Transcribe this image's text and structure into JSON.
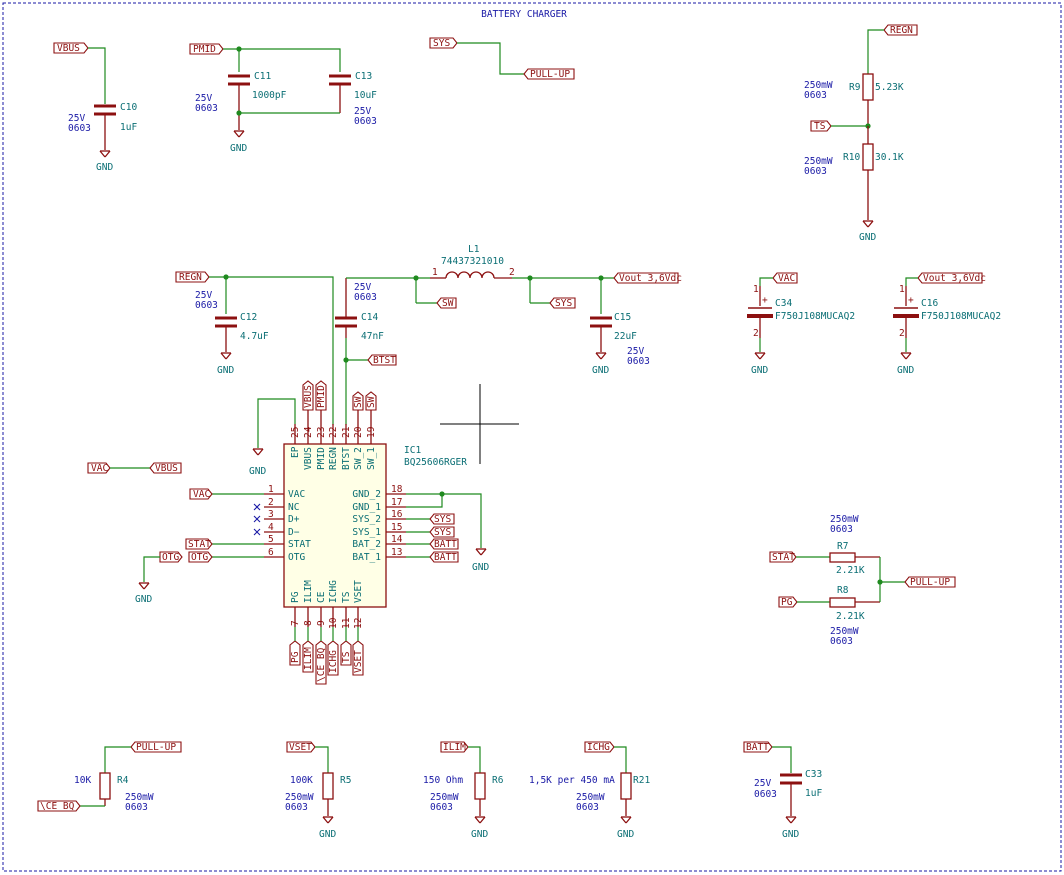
{
  "title": "BATTERY CHARGER",
  "labels": {
    "vbus": "VBUS",
    "pmid": "PMID",
    "sys": "SYS",
    "pullup": "PULL-UP",
    "regn": "REGN",
    "ts": "TS",
    "vout": "Vout_3,6Vdc",
    "sw": "SW",
    "btst": "BTST",
    "vac": "VAC",
    "stat": "STAT",
    "otg": "OTG",
    "batt": "BATT",
    "pg": "PG",
    "ilim": "ILIM",
    "ce_bq": "\\CE_BQ",
    "ichg": "ICHG",
    "vset": "VSET"
  },
  "gnd": "GND",
  "components": {
    "c10": {
      "ref": "C10",
      "value": "1uF",
      "volt": "25V",
      "pkg": "0603"
    },
    "c11": {
      "ref": "C11",
      "value": "1000pF",
      "volt": "25V",
      "pkg": "0603"
    },
    "c13": {
      "ref": "C13",
      "value": "10uF",
      "volt": "25V",
      "pkg": "0603"
    },
    "c12": {
      "ref": "C12",
      "value": "4.7uF",
      "volt": "25V",
      "pkg": "0603"
    },
    "c14": {
      "ref": "C14",
      "value": "47nF",
      "volt": "25V",
      "pkg": "0603"
    },
    "c15": {
      "ref": "C15",
      "value": "22uF",
      "volt": "25V",
      "pkg": "0603"
    },
    "c34": {
      "ref": "C34",
      "value": "F750J108MUCAQ2"
    },
    "c16": {
      "ref": "C16",
      "value": "F750J108MUCAQ2"
    },
    "c33": {
      "ref": "C33",
      "value": "1uF",
      "volt": "25V",
      "pkg": "0603"
    },
    "l1": {
      "ref": "L1",
      "value": "74437321010",
      "pin1": "1",
      "pin2": "2"
    },
    "r9": {
      "ref": "R9",
      "value": "5.23K",
      "power": "250mW",
      "pkg": "0603"
    },
    "r10": {
      "ref": "R10",
      "value": "30.1K",
      "power": "250mW",
      "pkg": "0603"
    },
    "r7": {
      "ref": "R7",
      "value": "2.21K",
      "power": "250mW",
      "pkg": "0603"
    },
    "r8": {
      "ref": "R8",
      "value": "2.21K",
      "power": "250mW",
      "pkg": "0603"
    },
    "r4": {
      "ref": "R4",
      "value": "10K",
      "power": "250mW",
      "pkg": "0603"
    },
    "r5": {
      "ref": "R5",
      "value": "100K",
      "power": "250mW",
      "pkg": "0603"
    },
    "r6": {
      "ref": "R6",
      "value": "150 Ohm",
      "power": "250mW",
      "pkg": "0603"
    },
    "r21": {
      "ref": "R21",
      "value": "1,5K per 450 mA",
      "power": "250mW",
      "pkg": "0603"
    }
  },
  "ic1": {
    "ref": "IC1",
    "part": "BQ25606RGER",
    "top_pins": [
      {
        "num": "25",
        "name": "EP"
      },
      {
        "num": "24",
        "name": "VBUS"
      },
      {
        "num": "23",
        "name": "PMID"
      },
      {
        "num": "22",
        "name": "REGN"
      },
      {
        "num": "21",
        "name": "BTST"
      },
      {
        "num": "20",
        "name": "SW_2"
      },
      {
        "num": "19",
        "name": "SW_1"
      }
    ],
    "left_pins": [
      {
        "num": "1",
        "name": "VAC"
      },
      {
        "num": "2",
        "name": "NC"
      },
      {
        "num": "3",
        "name": "D+"
      },
      {
        "num": "4",
        "name": "D−"
      },
      {
        "num": "5",
        "name": "STAT"
      },
      {
        "num": "6",
        "name": "OTG"
      }
    ],
    "right_pins": [
      {
        "num": "18",
        "name": "GND_2"
      },
      {
        "num": "17",
        "name": "GND_1"
      },
      {
        "num": "16",
        "name": "SYS_2"
      },
      {
        "num": "15",
        "name": "SYS_1"
      },
      {
        "num": "14",
        "name": "BAT_2"
      },
      {
        "num": "13",
        "name": "BAT_1"
      }
    ],
    "bottom_pins": [
      {
        "num": "7",
        "name": "PG"
      },
      {
        "num": "8",
        "name": "ILIM"
      },
      {
        "num": "9",
        "name": "CE"
      },
      {
        "num": "10",
        "name": "ICHG"
      },
      {
        "num": "11",
        "name": "TS"
      },
      {
        "num": "12",
        "name": "VSET"
      }
    ]
  },
  "cap_pins": {
    "plus": "+",
    "one": "1",
    "two": "2"
  }
}
